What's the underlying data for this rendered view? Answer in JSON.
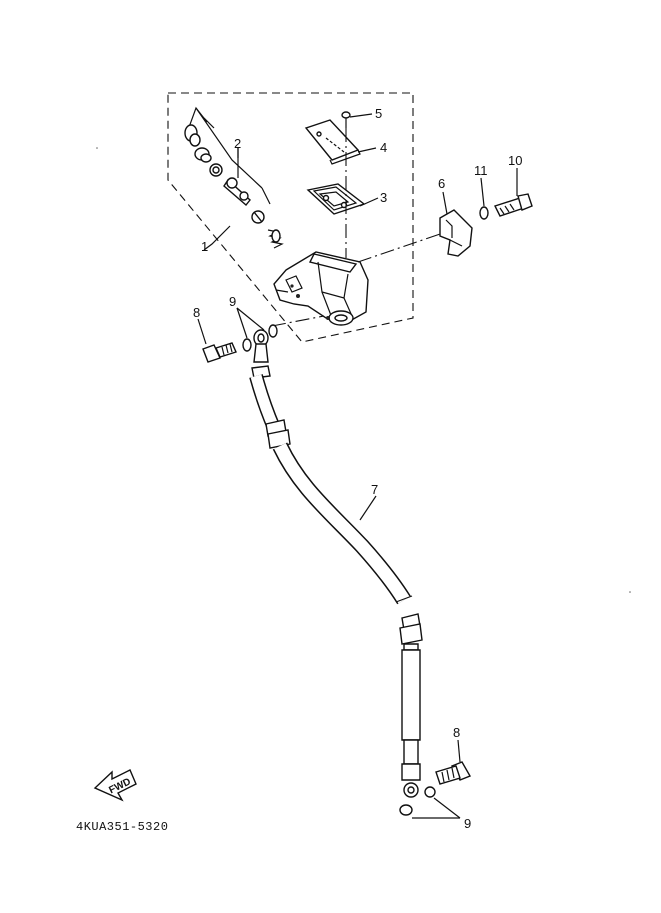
{
  "diagram": {
    "part_code": "4KUA351-5320",
    "fwd_arrow_text": "FWD",
    "callouts": [
      {
        "id": "callout-1",
        "text": "1"
      },
      {
        "id": "callout-2",
        "text": "2"
      },
      {
        "id": "callout-3",
        "text": "3"
      },
      {
        "id": "callout-4",
        "text": "4"
      },
      {
        "id": "callout-5",
        "text": "5"
      },
      {
        "id": "callout-6",
        "text": "6"
      },
      {
        "id": "callout-7",
        "text": "7"
      },
      {
        "id": "callout-8-top",
        "text": "8"
      },
      {
        "id": "callout-8-bottom",
        "text": "8"
      },
      {
        "id": "callout-9-top",
        "text": "9"
      },
      {
        "id": "callout-9-bottom",
        "text": "9"
      },
      {
        "id": "callout-10",
        "text": "10"
      },
      {
        "id": "callout-11",
        "text": "11"
      }
    ]
  }
}
